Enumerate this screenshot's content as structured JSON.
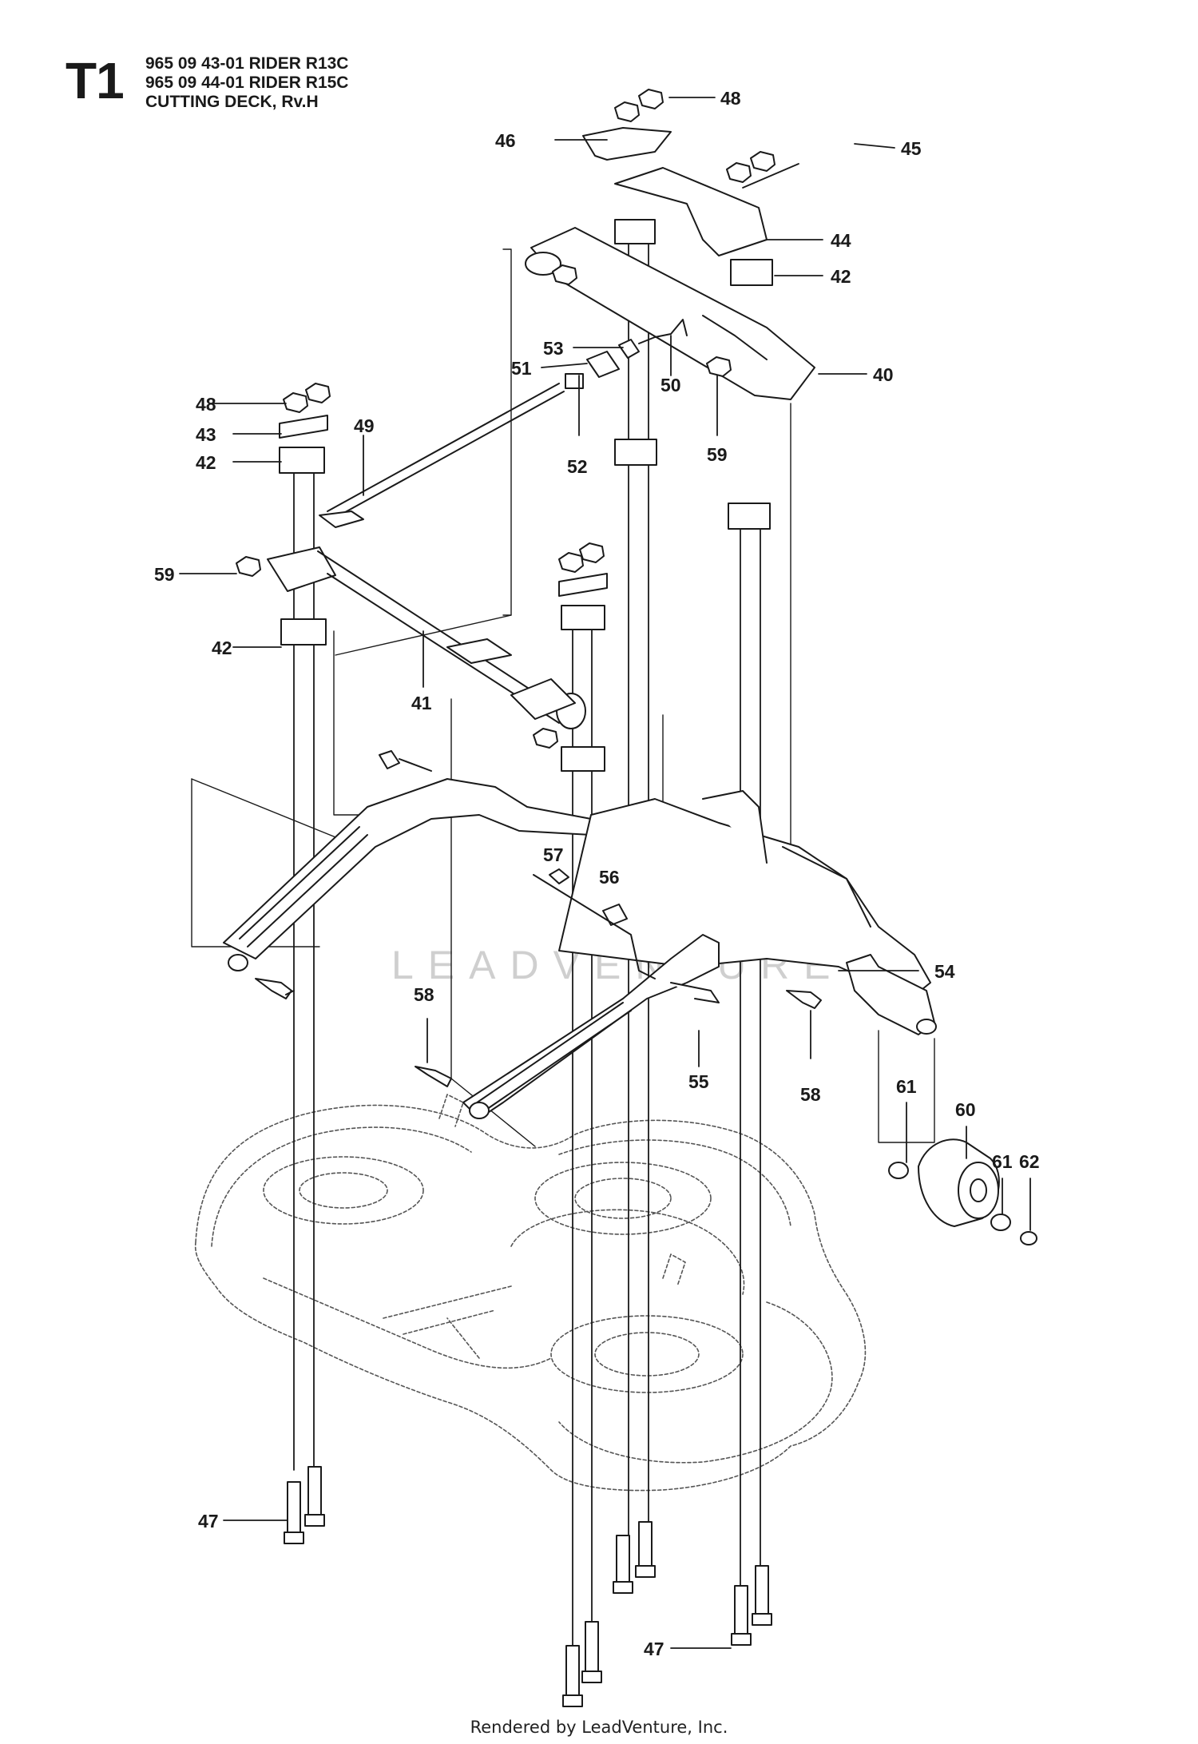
{
  "header": {
    "page_code": "T1",
    "lines": [
      "965 09 43-01 RIDER R13C",
      "965 09 44-01 RIDER R15C",
      "CUTTING DECK, Rv.H"
    ]
  },
  "watermark": "LEADVENTURE",
  "callouts": [
    {
      "id": "c48a",
      "label": "48"
    },
    {
      "id": "c46",
      "label": "46"
    },
    {
      "id": "c45",
      "label": "45"
    },
    {
      "id": "c44",
      "label": "44"
    },
    {
      "id": "c42a",
      "label": "42"
    },
    {
      "id": "c53",
      "label": "53"
    },
    {
      "id": "c51",
      "label": "51"
    },
    {
      "id": "c50",
      "label": "50"
    },
    {
      "id": "c40",
      "label": "40"
    },
    {
      "id": "c48b",
      "label": "48"
    },
    {
      "id": "c43",
      "label": "43"
    },
    {
      "id": "c42b",
      "label": "42"
    },
    {
      "id": "c49",
      "label": "49"
    },
    {
      "id": "c52",
      "label": "52"
    },
    {
      "id": "c59a",
      "label": "59"
    },
    {
      "id": "c59b",
      "label": "59"
    },
    {
      "id": "c42c",
      "label": "42"
    },
    {
      "id": "c41",
      "label": "41"
    },
    {
      "id": "c57",
      "label": "57"
    },
    {
      "id": "c56",
      "label": "56"
    },
    {
      "id": "c54",
      "label": "54"
    },
    {
      "id": "c58a",
      "label": "58"
    },
    {
      "id": "c55",
      "label": "55"
    },
    {
      "id": "c58b",
      "label": "58"
    },
    {
      "id": "c61a",
      "label": "61"
    },
    {
      "id": "c60",
      "label": "60"
    },
    {
      "id": "c61b",
      "label": "61"
    },
    {
      "id": "c62",
      "label": "62"
    },
    {
      "id": "c47a",
      "label": "47"
    },
    {
      "id": "c47b",
      "label": "47"
    }
  ],
  "footer": "Rendered by LeadVenture, Inc."
}
